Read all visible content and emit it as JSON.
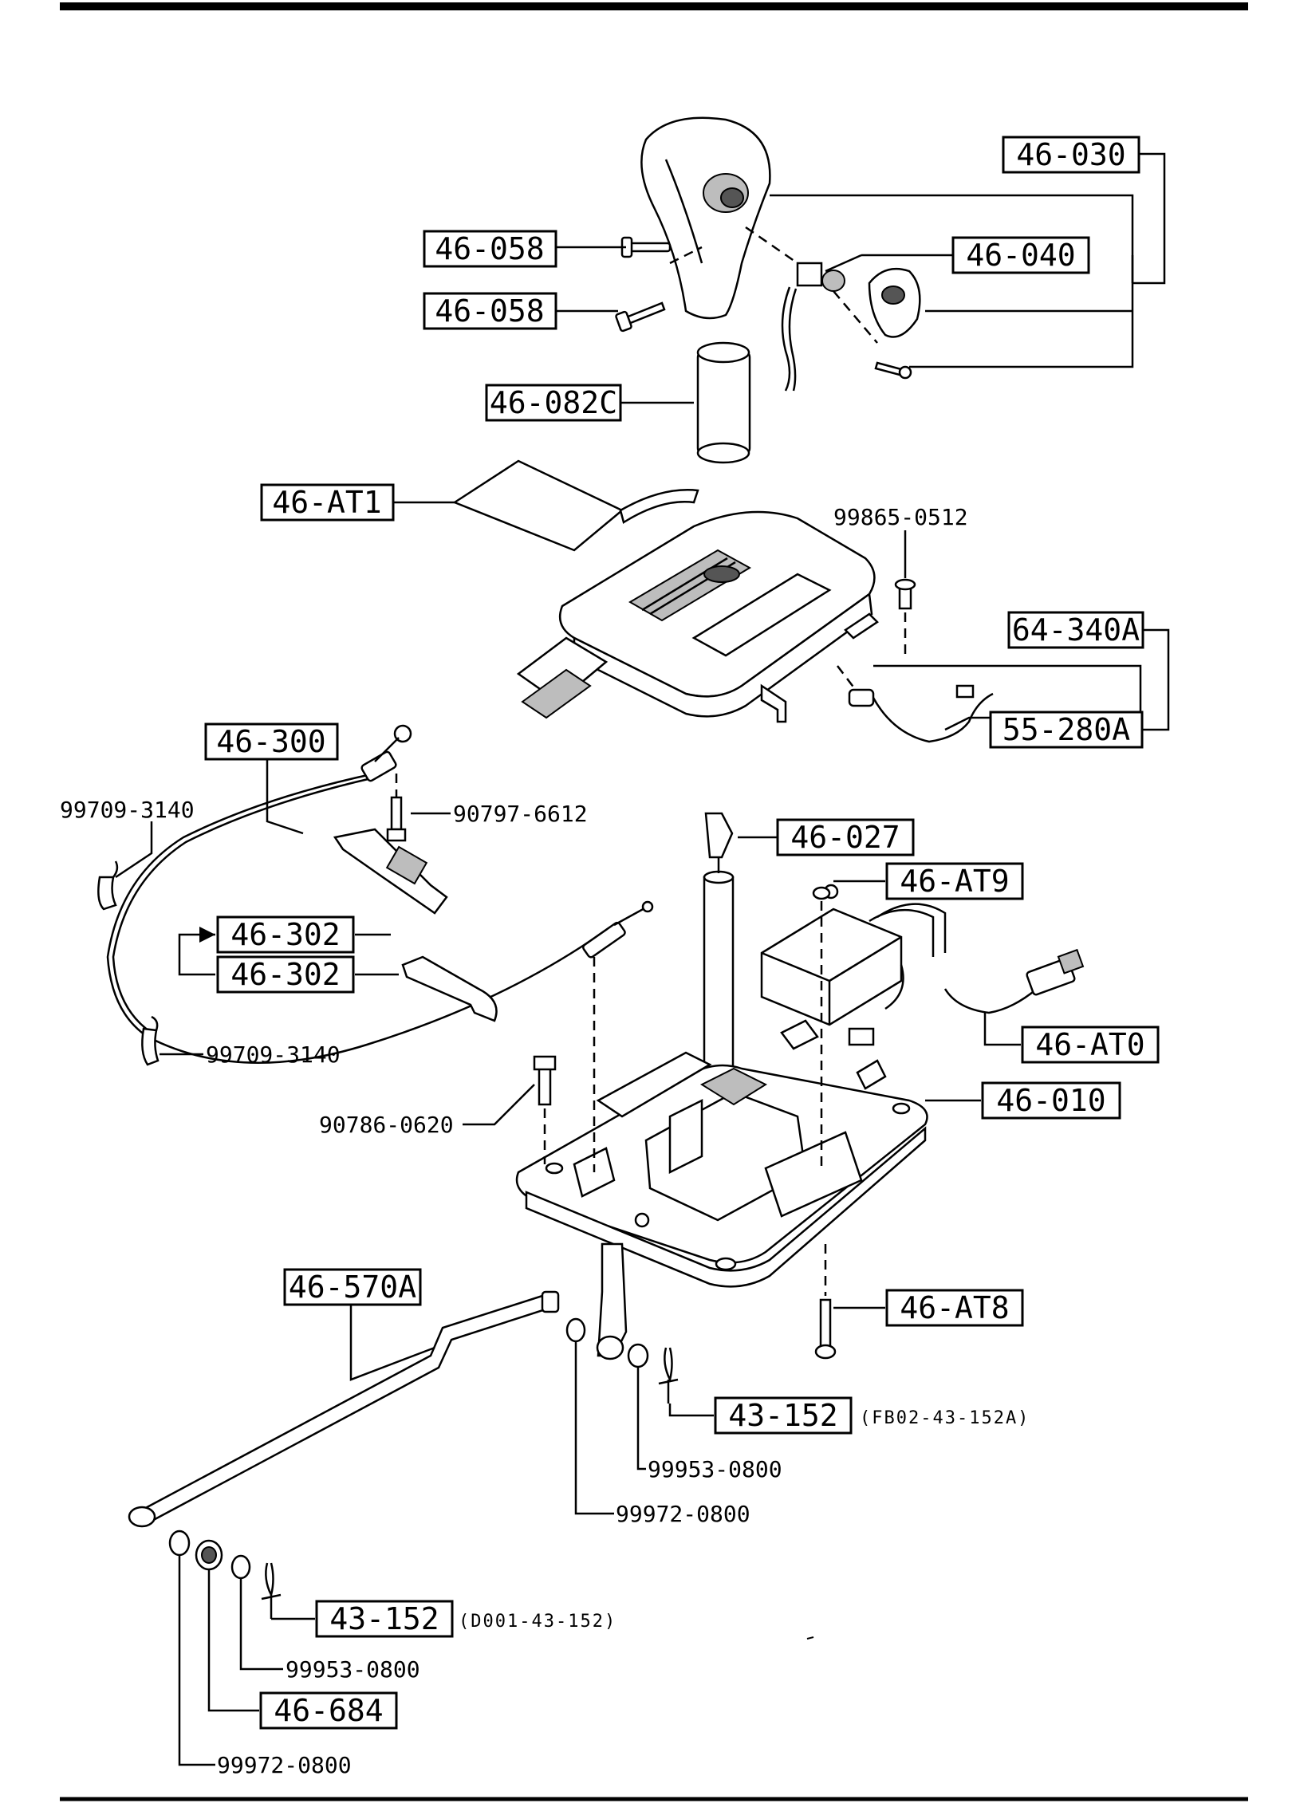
{
  "callouts": {
    "c46_030": "46-030",
    "c46_058a": "46-058",
    "c46_058b": "46-058",
    "c46_040": "46-040",
    "c46_082c": "46-082C",
    "c46_at1": "46-AT1",
    "c99865_0512": "99865-0512",
    "c64_340a": "64-340A",
    "c55_280a": "55-280A",
    "c46_300": "46-300",
    "c99709_3140a": "99709-3140",
    "c90797_6612": "90797-6612",
    "c46_302a": "46-302",
    "c46_302b": "46-302",
    "c99709_3140b": "99709-3140",
    "c46_027": "46-027",
    "c46_at9": "46-AT9",
    "c46_at0": "46-AT0",
    "c90786_0620": "90786-0620",
    "c46_010": "46-010",
    "c46_570a": "46-570A",
    "c46_at8": "46-AT8",
    "c43_152a": "43-152",
    "note_fb02": "(FB02-43-152A)",
    "c99953_0800a": "99953-0800",
    "c99972_0800a": "99972-0800",
    "c43_152b": "43-152",
    "note_d001": "(D001-43-152)",
    "c99953_0800b": "99953-0800",
    "c46_684": "46-684",
    "c99972_0800b": "99972-0800"
  }
}
